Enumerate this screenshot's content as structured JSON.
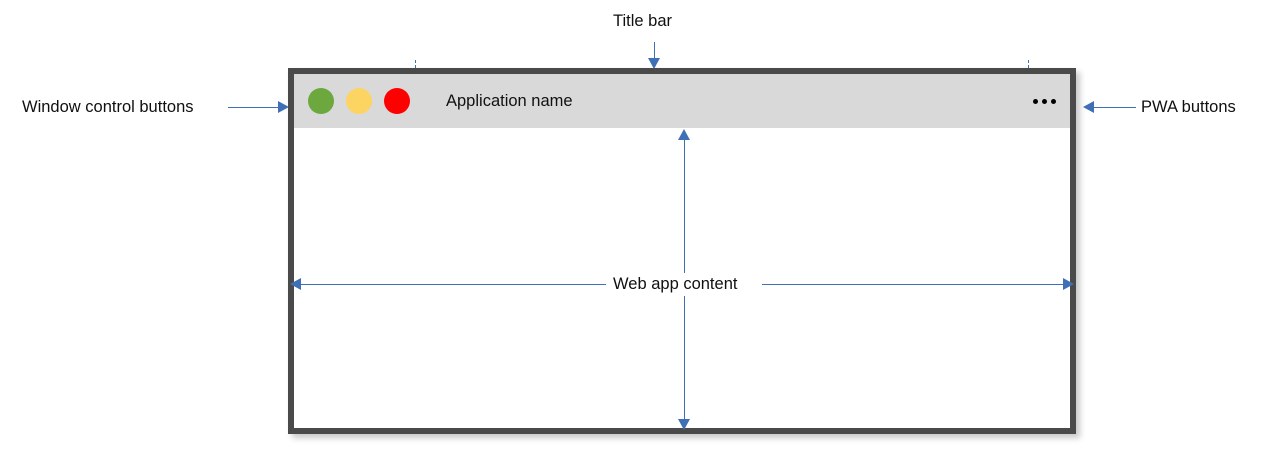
{
  "annotations": {
    "title_bar": "Title bar",
    "window_controls": "Window control buttons",
    "pwa_buttons": "PWA buttons",
    "web_app_content": "Web app content"
  },
  "window": {
    "app_title": "Application name",
    "controls": [
      {
        "name": "minimize",
        "color": "#6CA83E"
      },
      {
        "name": "maximize",
        "color": "#FCD462"
      },
      {
        "name": "close",
        "color": "#FE0000"
      }
    ],
    "pwa_menu_icon": "overflow-menu-icon",
    "title_bar_color": "#D9D9D9",
    "frame_color": "#4A4A4A",
    "content_color": "#FFFFFF"
  },
  "accent": {
    "annotation_color": "#3F6FB5",
    "text_color": "#101010"
  }
}
